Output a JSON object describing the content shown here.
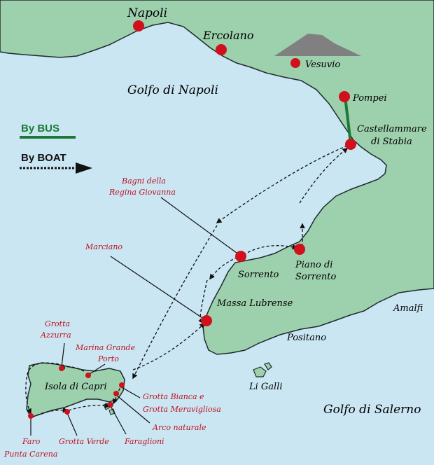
{
  "colors": {
    "sea": "#c9e6f2",
    "land": "#9dd0ad",
    "coast": "#1f2a2e",
    "city": "#d0101c",
    "bus": "#1b7a35",
    "red_text": "#c1121f",
    "mountain": "#808080"
  },
  "legend": {
    "bus_label": "By BUS",
    "boat_label": "By BOAT"
  },
  "places": {
    "napoli": "Napoli",
    "ercolano": "Ercolano",
    "vesuvio": "Vesuvio",
    "golfo_napoli": "Golfo di Napoli",
    "pompei": "Pompei",
    "castellammare_1": "Castellammare",
    "castellammare_2": "di Stabia",
    "sorrento": "Sorrento",
    "piano_1": "Piano di",
    "piano_2": "Sorrento",
    "massa": "Massa Lubrense",
    "amalfi": "Amalfi",
    "positano": "Positano",
    "li_galli": "Li Galli",
    "golfo_salerno": "Golfo di Salerno",
    "isola_capri": "Isola di Capri"
  },
  "attractions": {
    "bagni_1": "Bagni della",
    "bagni_2": "Regina Giovanna",
    "marciano": "Marciano",
    "grotta_azzurra_1": "Grotta",
    "grotta_azzurra_2": "Azzurra",
    "marina_1": "Marina Grande",
    "marina_2": "Porto",
    "grotta_bianca_1": "Grotta Bianca e",
    "grotta_bianca_2": "Grotta Meravigliosa",
    "arco": "Arco naturale",
    "faraglioni": "Faraglioni",
    "grotta_verde": "Grotta Verde",
    "faro_1": "Faro",
    "faro_2": "Punta Carena"
  }
}
